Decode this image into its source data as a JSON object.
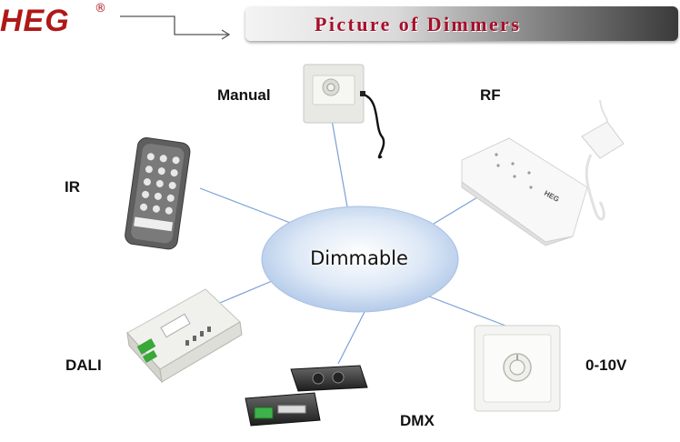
{
  "logo": {
    "text": "HEG",
    "registered": "®"
  },
  "title": "Picture of Dimmers",
  "center": "Dimmable",
  "nodes": {
    "manual": "Manual",
    "rf": "RF",
    "ir": "IR",
    "dali": "DALI",
    "dmx": "DMX",
    "zero_ten_v": "0-10V"
  },
  "colors": {
    "logo": "#b01818",
    "title": "#a50f2a",
    "center_fill": "#c9dbf1",
    "connector": "#7aa0d8"
  }
}
